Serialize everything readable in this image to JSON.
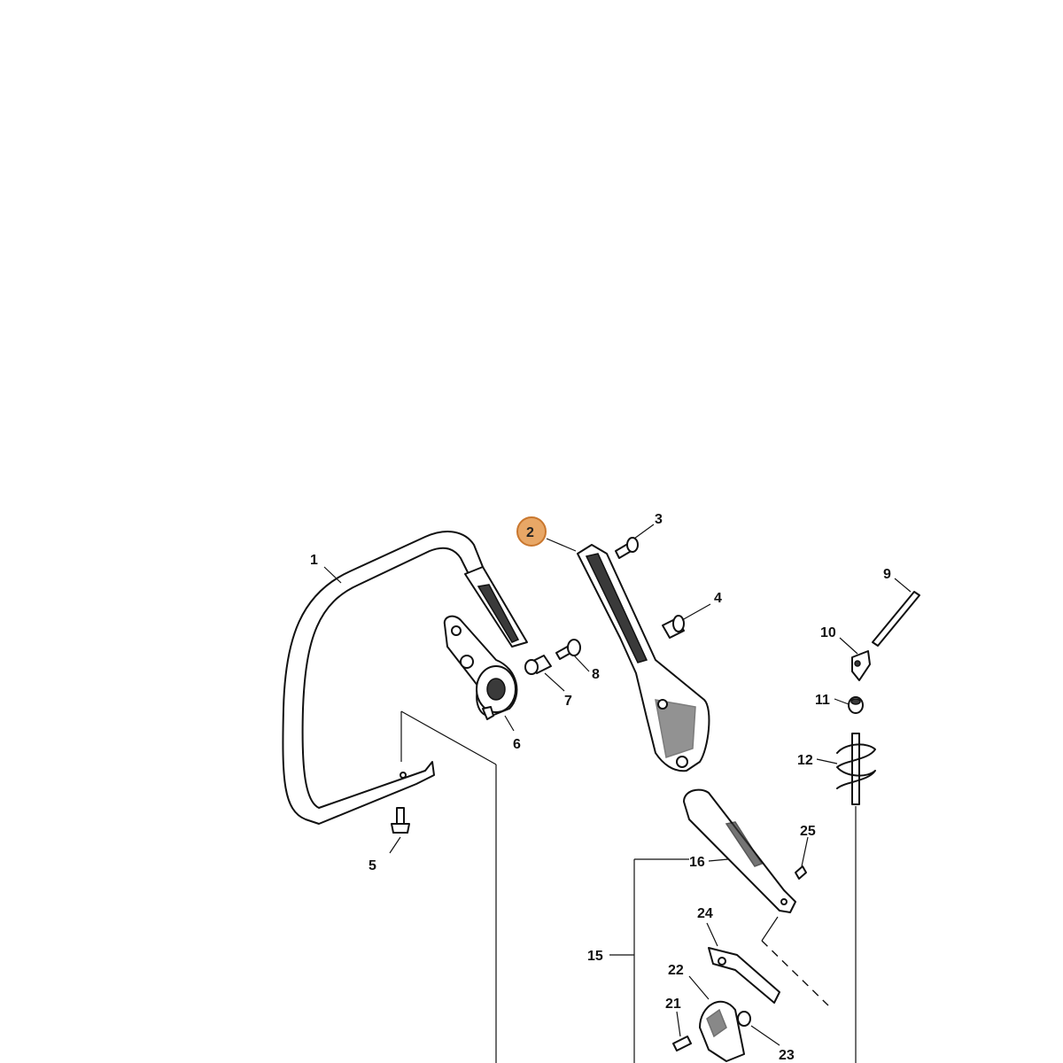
{
  "diagram": {
    "highlight_color": "#e8a766",
    "highlight_border": "#c9772e",
    "selected_part": "2",
    "callouts": [
      {
        "id": "1",
        "label": "1"
      },
      {
        "id": "2",
        "label": "2"
      },
      {
        "id": "3",
        "label": "3"
      },
      {
        "id": "4",
        "label": "4"
      },
      {
        "id": "5",
        "label": "5"
      },
      {
        "id": "6",
        "label": "6"
      },
      {
        "id": "7",
        "label": "7"
      },
      {
        "id": "8",
        "label": "8"
      },
      {
        "id": "9",
        "label": "9"
      },
      {
        "id": "10",
        "label": "10"
      },
      {
        "id": "11",
        "label": "11"
      },
      {
        "id": "12",
        "label": "12"
      },
      {
        "id": "15",
        "label": "15"
      },
      {
        "id": "16",
        "label": "16"
      },
      {
        "id": "21",
        "label": "21"
      },
      {
        "id": "22",
        "label": "22"
      },
      {
        "id": "23",
        "label": "23"
      },
      {
        "id": "24",
        "label": "24"
      },
      {
        "id": "25",
        "label": "25"
      }
    ]
  }
}
